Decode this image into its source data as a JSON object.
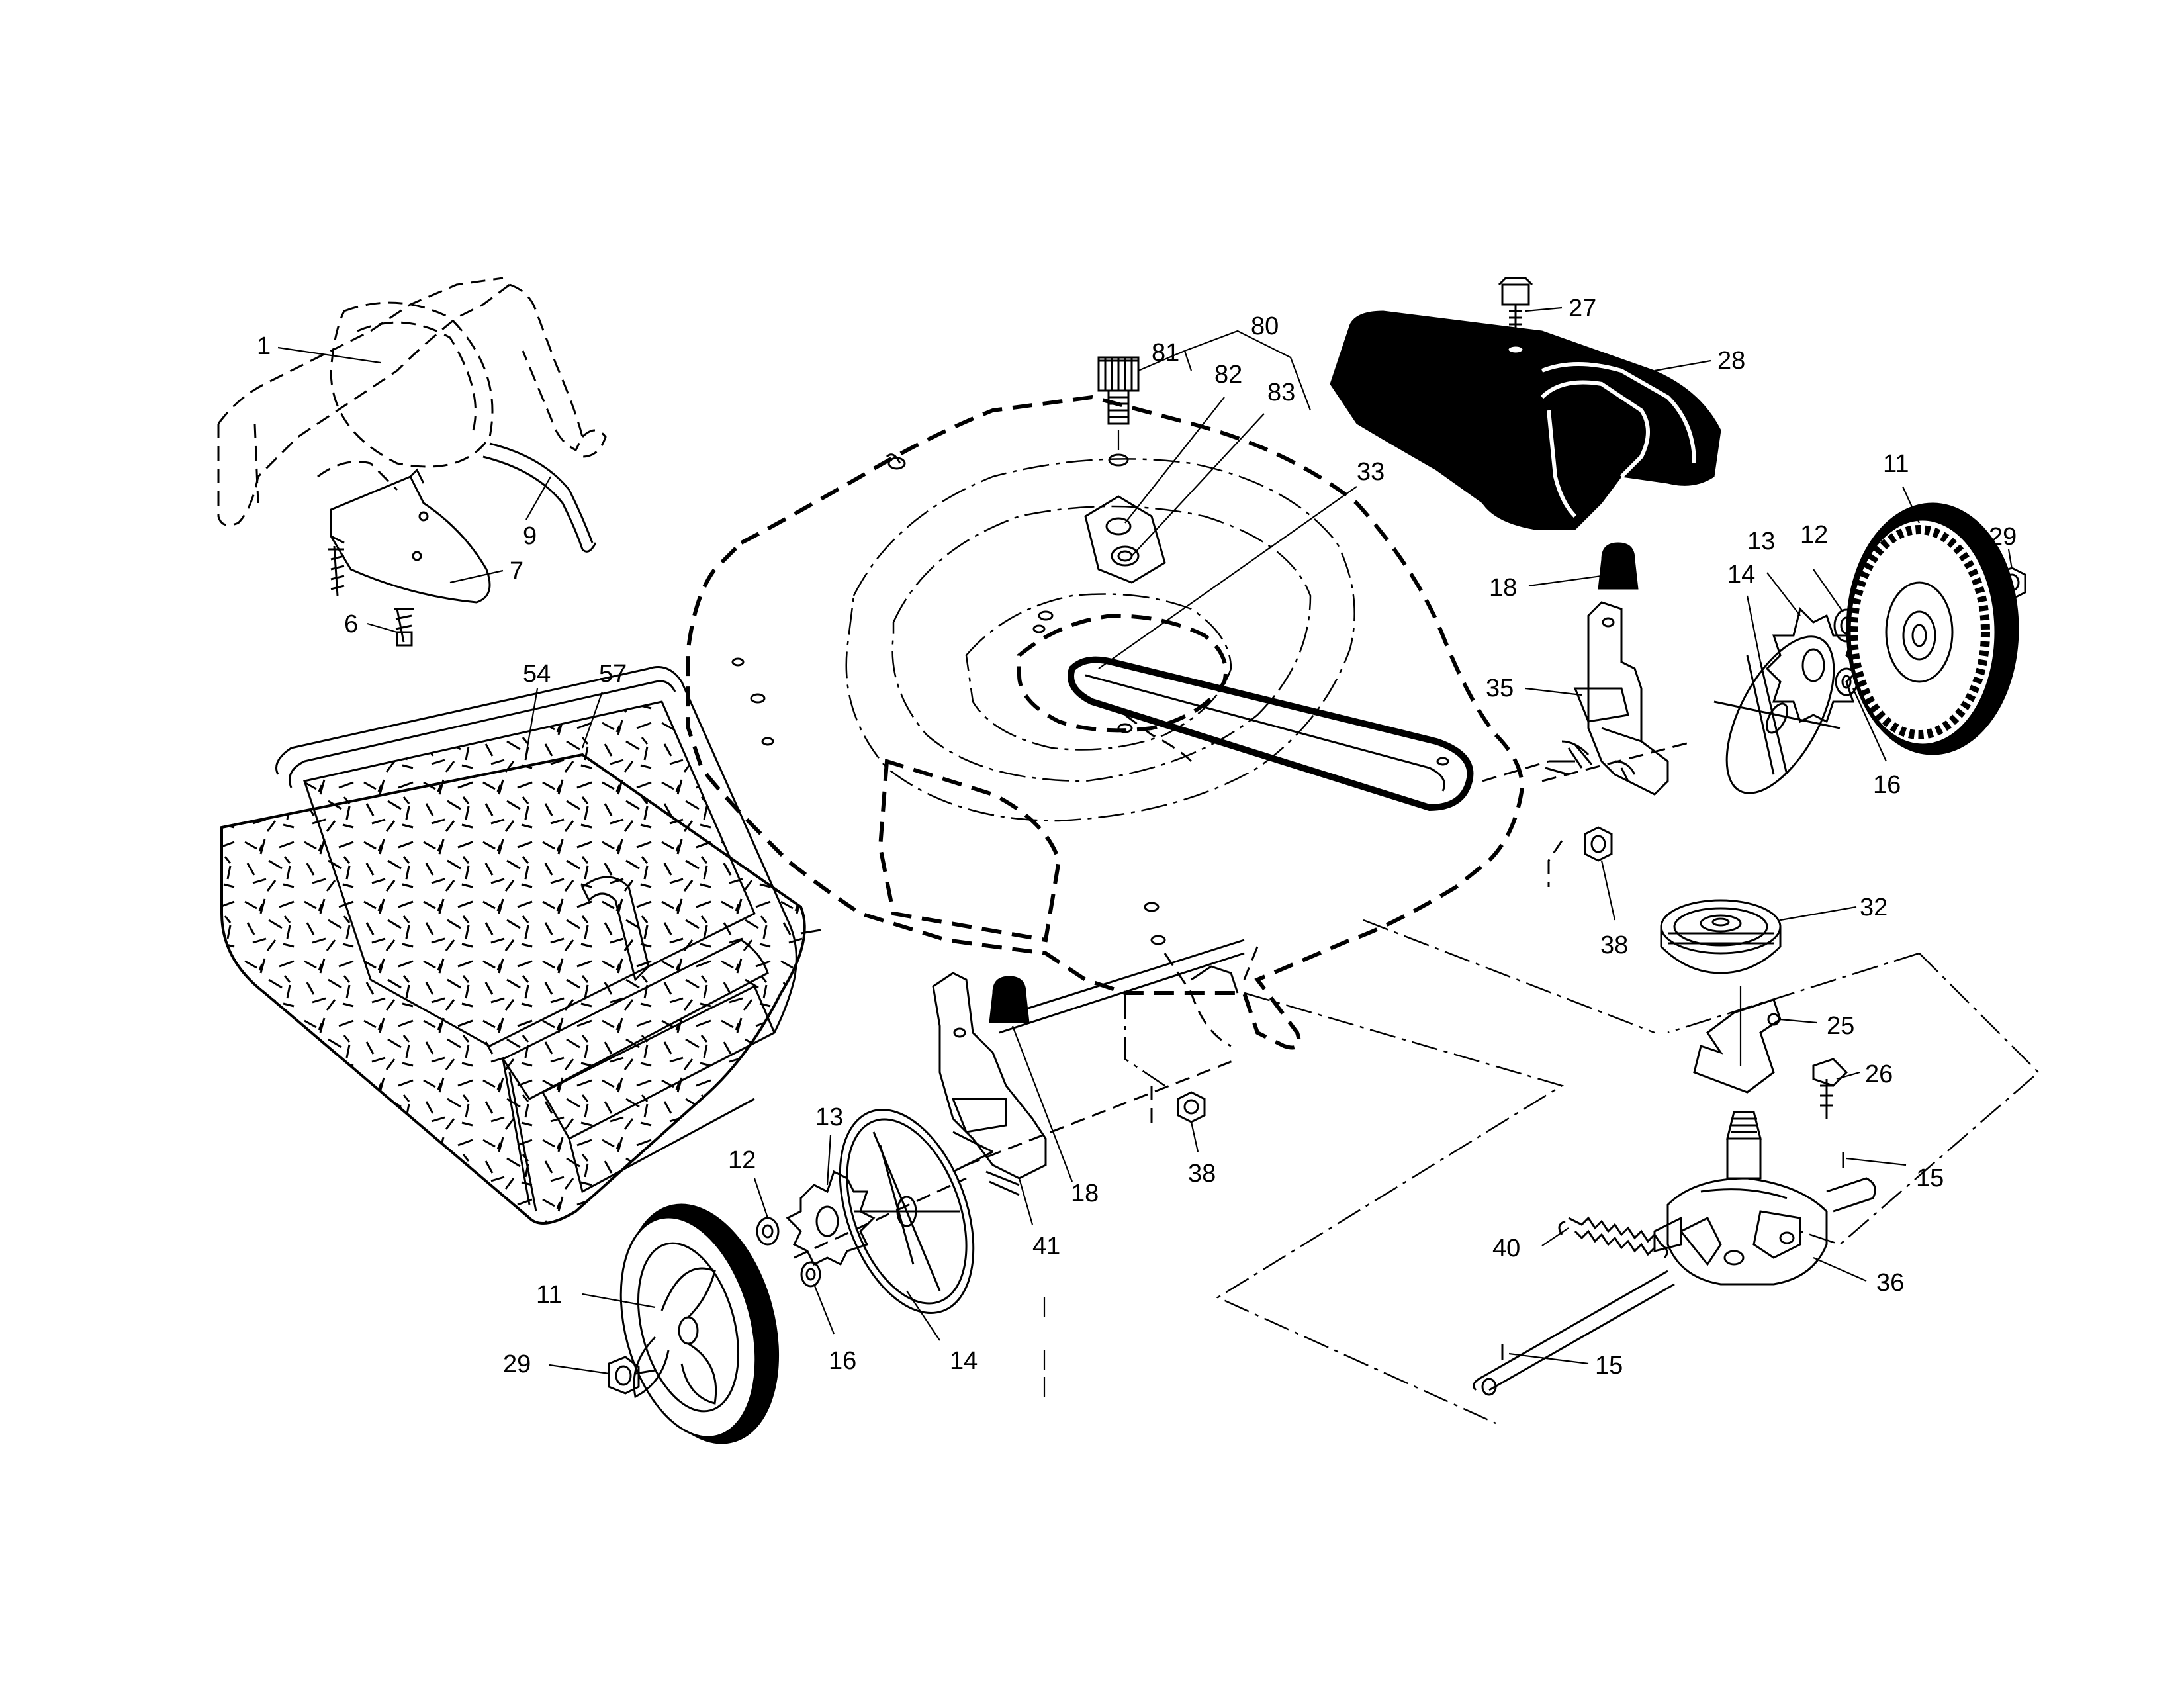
{
  "diagram": {
    "callouts": [
      {
        "id": "c1",
        "label": "1"
      },
      {
        "id": "c9",
        "label": "9"
      },
      {
        "id": "c7",
        "label": "7"
      },
      {
        "id": "c6",
        "label": "6"
      },
      {
        "id": "c54",
        "label": "54"
      },
      {
        "id": "c57",
        "label": "57"
      },
      {
        "id": "c80",
        "label": "80"
      },
      {
        "id": "c81",
        "label": "81"
      },
      {
        "id": "c82",
        "label": "82"
      },
      {
        "id": "c83",
        "label": "83"
      },
      {
        "id": "c33",
        "label": "33"
      },
      {
        "id": "c27",
        "label": "27"
      },
      {
        "id": "c28",
        "label": "28"
      },
      {
        "id": "c18a",
        "label": "18"
      },
      {
        "id": "c14a",
        "label": "14"
      },
      {
        "id": "c13a",
        "label": "13"
      },
      {
        "id": "c12a",
        "label": "12"
      },
      {
        "id": "c11a",
        "label": "11"
      },
      {
        "id": "c29a",
        "label": "29"
      },
      {
        "id": "c35",
        "label": "35"
      },
      {
        "id": "c16a",
        "label": "16"
      },
      {
        "id": "c38a",
        "label": "38"
      },
      {
        "id": "c32",
        "label": "32"
      },
      {
        "id": "c25",
        "label": "25"
      },
      {
        "id": "c26",
        "label": "26"
      },
      {
        "id": "c15a",
        "label": "15"
      },
      {
        "id": "c36",
        "label": "36"
      },
      {
        "id": "c40",
        "label": "40"
      },
      {
        "id": "c15b",
        "label": "15"
      },
      {
        "id": "c38b",
        "label": "38"
      },
      {
        "id": "c18b",
        "label": "18"
      },
      {
        "id": "c41",
        "label": "41"
      },
      {
        "id": "c13b",
        "label": "13"
      },
      {
        "id": "c12b",
        "label": "12"
      },
      {
        "id": "c14b",
        "label": "14"
      },
      {
        "id": "c16b",
        "label": "16"
      },
      {
        "id": "c11b",
        "label": "11"
      },
      {
        "id": "c29b",
        "label": "29"
      }
    ]
  }
}
